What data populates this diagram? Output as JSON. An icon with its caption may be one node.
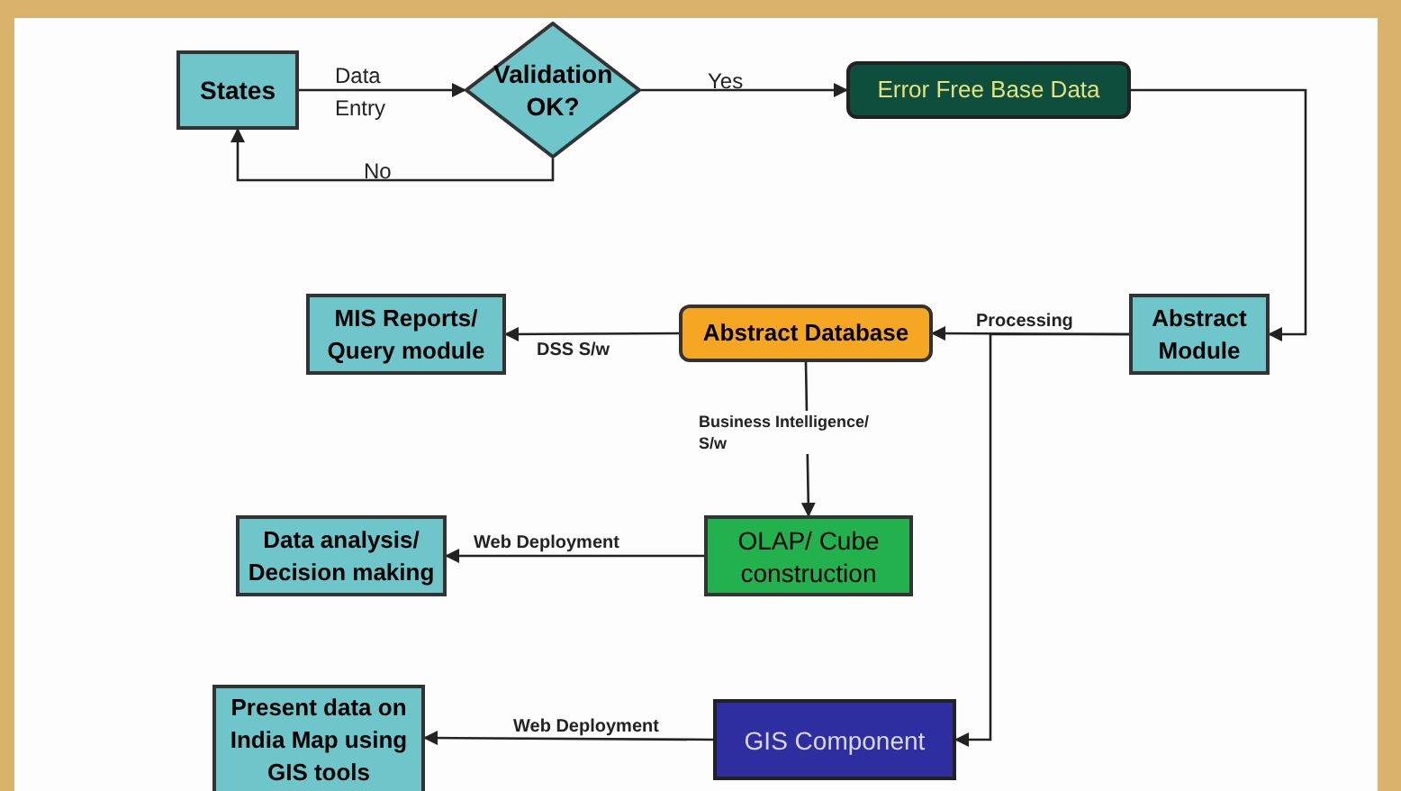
{
  "diagram": {
    "nodes": [
      {
        "text": [
          "States"
        ]
      },
      {
        "text": [
          "Validation OK?"
        ]
      },
      {
        "text": [
          "Error Free Base Data"
        ]
      },
      {
        "text": [
          "Abstract Module"
        ]
      },
      {
        "text": [
          "Abstract Database"
        ]
      },
      {
        "text": [
          "MIS Reports/ Query module"
        ]
      },
      {
        "text": [
          "OLAP/ Cube construction"
        ]
      },
      {
        "text": [
          "Data analysis/ Decision making"
        ]
      },
      {
        "text": [
          "GIS Component"
        ]
      },
      {
        "text": [
          "Present data on India Map using GIS tools"
        ]
      }
    ],
    "edges": [
      {
        "from": 0,
        "to": 1,
        "arrow": "to",
        "label": "Data Entry"
      },
      {
        "from": 1,
        "to": 2,
        "arrow": "to",
        "label": "Yes"
      },
      {
        "from": 1,
        "to": 0,
        "arrow": "to",
        "label": "No"
      },
      {
        "from": 2,
        "to": 3,
        "arrow": "to"
      },
      {
        "from": 3,
        "to": 4,
        "arrow": "to",
        "label": "Processing"
      },
      {
        "from": 4,
        "to": 5,
        "arrow": "to",
        "label": "DSS S/w"
      },
      {
        "from": 4,
        "to": 6,
        "arrow": "to",
        "label": "Business Intelligence/ S/w"
      },
      {
        "from": 6,
        "to": 7,
        "arrow": "to",
        "label": "Web Deployment"
      },
      {
        "from": 3,
        "to": 8,
        "arrow": "to"
      },
      {
        "from": 8,
        "to": 9,
        "arrow": "to",
        "label": "Web Deployment"
      }
    ]
  }
}
